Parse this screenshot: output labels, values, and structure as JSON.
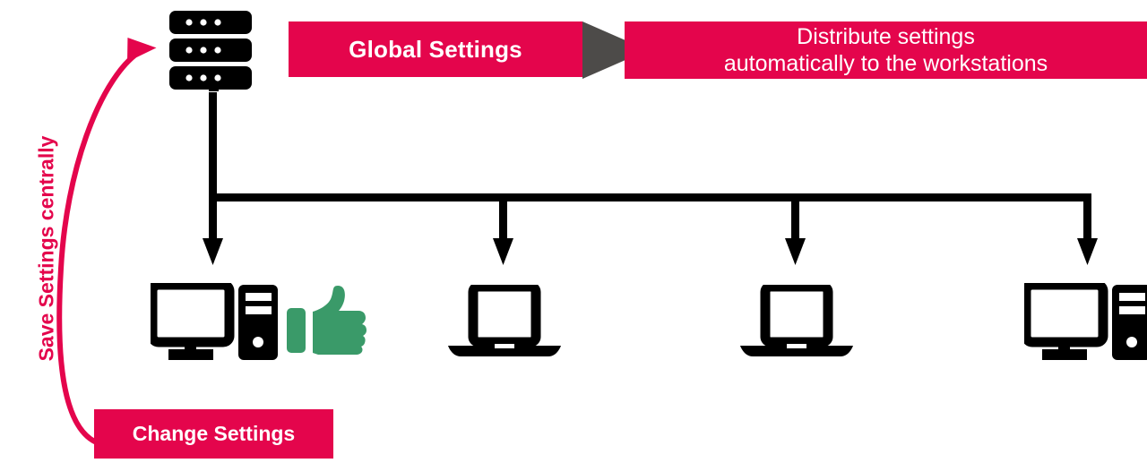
{
  "diagram": {
    "title_label": "Save Settings centrally",
    "accent_color": "#e4054c",
    "arrow_color": "#4d4b49",
    "line_color": "#000000",
    "thumb_color": "#3a9a69",
    "banners": {
      "global": "Global Settings",
      "distribute_line1": "Distribute settings",
      "distribute_line2": "automatically to the workstations",
      "change": "Change Settings"
    },
    "nodes": [
      {
        "icon": "server-icon",
        "role": "central-server"
      },
      {
        "icon": "desktop-icon",
        "role": "workstation-1"
      },
      {
        "icon": "laptop-icon",
        "role": "workstation-2"
      },
      {
        "icon": "laptop-icon",
        "role": "workstation-3"
      },
      {
        "icon": "desktop-icon",
        "role": "workstation-4"
      }
    ],
    "status": {
      "icon": "thumbs-up-icon",
      "meaning": "ok"
    }
  }
}
